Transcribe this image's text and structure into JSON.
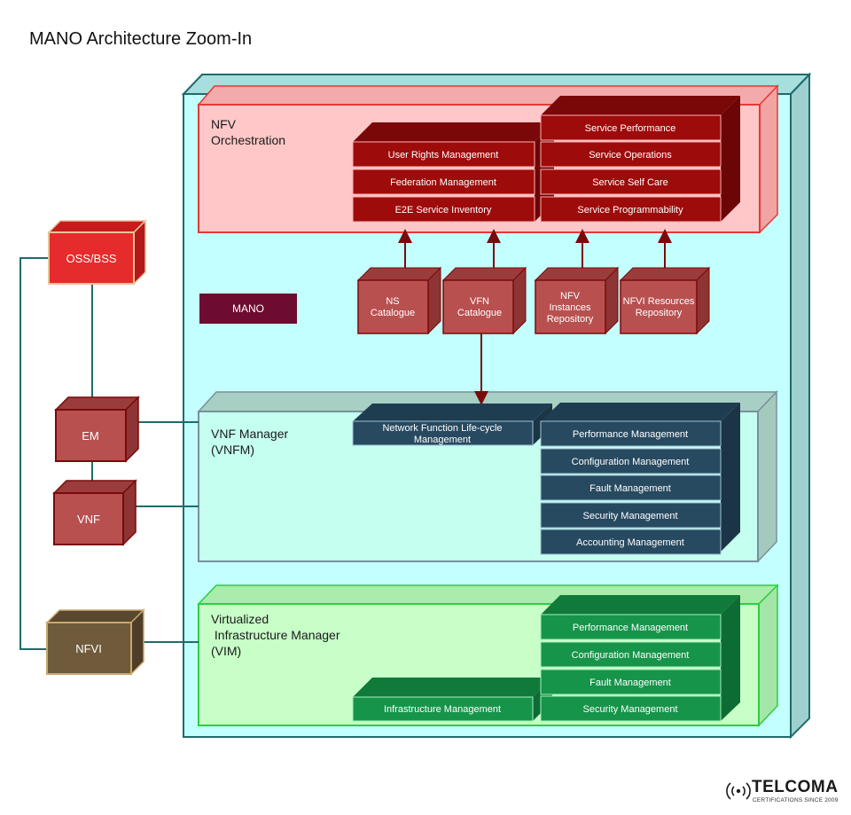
{
  "title": "MANO Architecture Zoom-In",
  "sections": {
    "nfvo": {
      "label_line1": "NFV",
      "label_line2": "Orchestration"
    },
    "vnfm": {
      "label_line1": "VNF Manager",
      "label_line2": "(VNFM)"
    },
    "vim": {
      "label_line1": "Virtualized",
      "label_line2": " Infrastructure Manager",
      "label_line3": "(VIM)"
    }
  },
  "mano_label": "MANO",
  "nfvo_left": [
    "User Rights Management",
    "Federation Management",
    "E2E Service Inventory"
  ],
  "nfvo_right": [
    "Service Performance",
    "Service Operations",
    "Service Self Care",
    "Service Programmability"
  ],
  "repositories": [
    {
      "line1": "NS",
      "line2": "Catalogue"
    },
    {
      "line1": "VFN",
      "line2": "Catalogue"
    },
    {
      "line1": "NFV",
      "line2": "Instances",
      "line3": "Repository"
    },
    {
      "line1": "NFVI Resources",
      "line2": "Repository"
    }
  ],
  "vnfm_left": {
    "line1": "Network Function Life-cycle",
    "line2": "Management"
  },
  "vnfm_right": [
    "Performance Management",
    "Configuration Management",
    "Fault Management",
    "Security Management",
    "Accounting  Management"
  ],
  "vim_left": "Infrastructure Management",
  "vim_right": [
    "Performance Management",
    "Configuration Management",
    "Fault Management",
    "Security Management"
  ],
  "external": {
    "oss": "OSS/BSS",
    "em": "EM",
    "vnf": "VNF",
    "nfvi": "NFVI"
  },
  "logo": {
    "name": "TELCOMA",
    "subtitle": "CERTIFICATIONS SINCE 2009"
  },
  "colors": {
    "nfvo_fill": "#ffc7c7",
    "nfvo_border": "#e53935",
    "vnfm_fill": "#c4fff0",
    "vnfm_border": "#78909c",
    "vim_fill": "#c8ffc8",
    "vim_border": "#2ecc40",
    "outer_fill": "#c4ffff",
    "outer_border": "#1f6b6b",
    "red_block": "#9e0b0b",
    "navy_block": "#284a60",
    "green_block": "#16944a",
    "repo_block": "#b85050",
    "oss_block": "#e52b2b",
    "nfvi_block": "#6f5a3c",
    "mano_block": "#6e0b30",
    "arrow": "#7a0a0a",
    "link_line": "#1f6b6b"
  }
}
